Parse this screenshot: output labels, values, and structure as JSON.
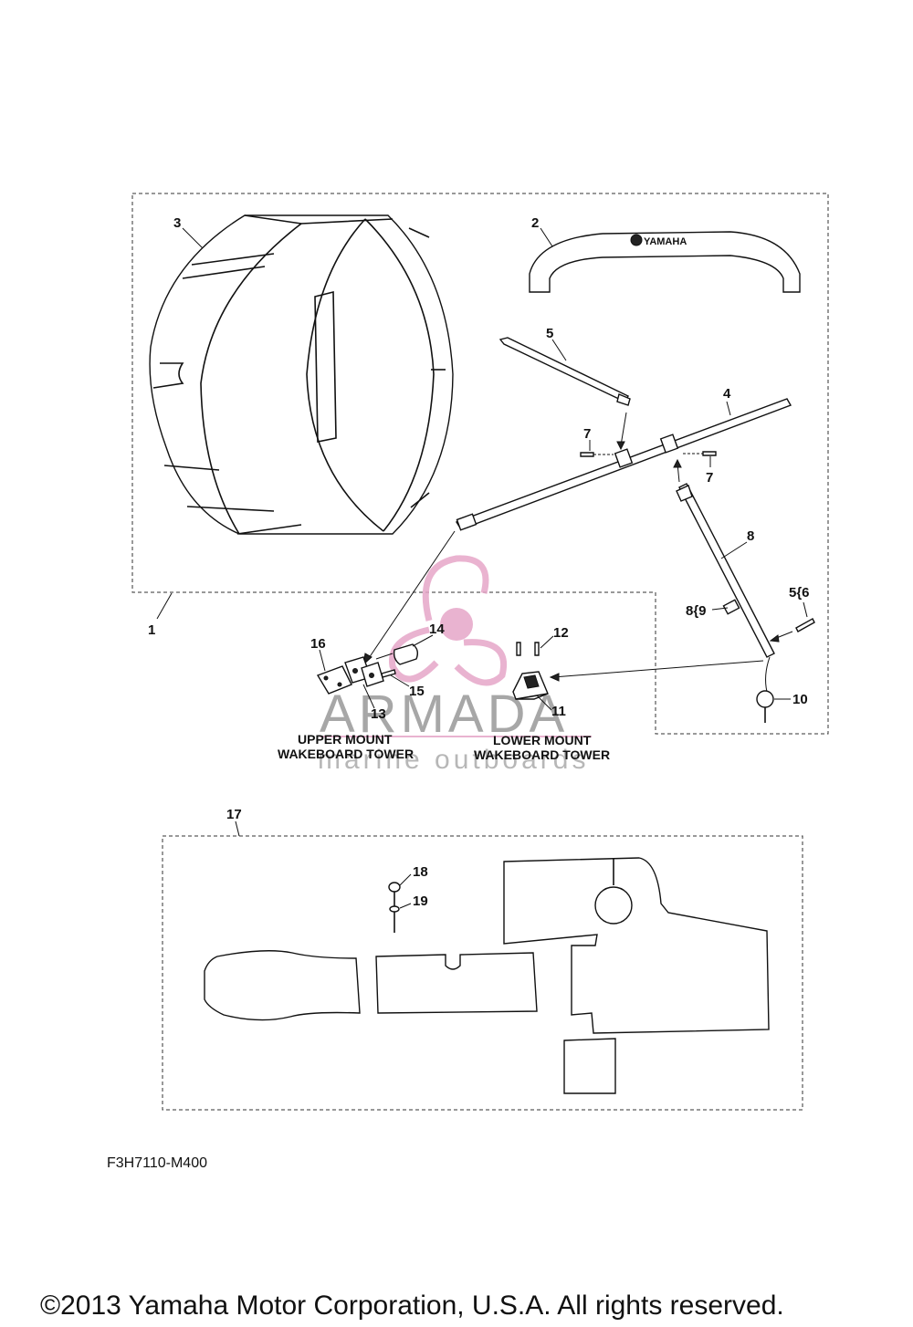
{
  "callouts": {
    "c1": "1",
    "c2": "2",
    "c3": "3",
    "c4": "4",
    "c5": "5",
    "c7a": "7",
    "c7b": "7",
    "c8": "8",
    "c8_9": "8{9",
    "c5_6": "5{6",
    "c10": "10",
    "c11": "11",
    "c12": "12",
    "c13": "13",
    "c14": "14",
    "c15": "15",
    "c16": "16",
    "c17": "17",
    "c18": "18",
    "c19": "19"
  },
  "captions": {
    "upper_line1": "UPPER  MOUNT",
    "upper_line2": "WAKEBOARD TOWER",
    "lower_line1": "LOWER  MOUNT",
    "lower_line2": "WAKEBOARD TOWER"
  },
  "bimini_logo_text": "YAMAHA",
  "watermark": {
    "brand": "ARMADA",
    "tagline": "marine outboards"
  },
  "figure_code": "F3H7110-M400",
  "copyright": "©2013 Yamaha Motor Corporation, U.S.A. All rights reserved.",
  "colors": {
    "ink": "#111111",
    "watermark_pink": "#e6a6c8",
    "watermark_gray": "#8a8a8a"
  }
}
